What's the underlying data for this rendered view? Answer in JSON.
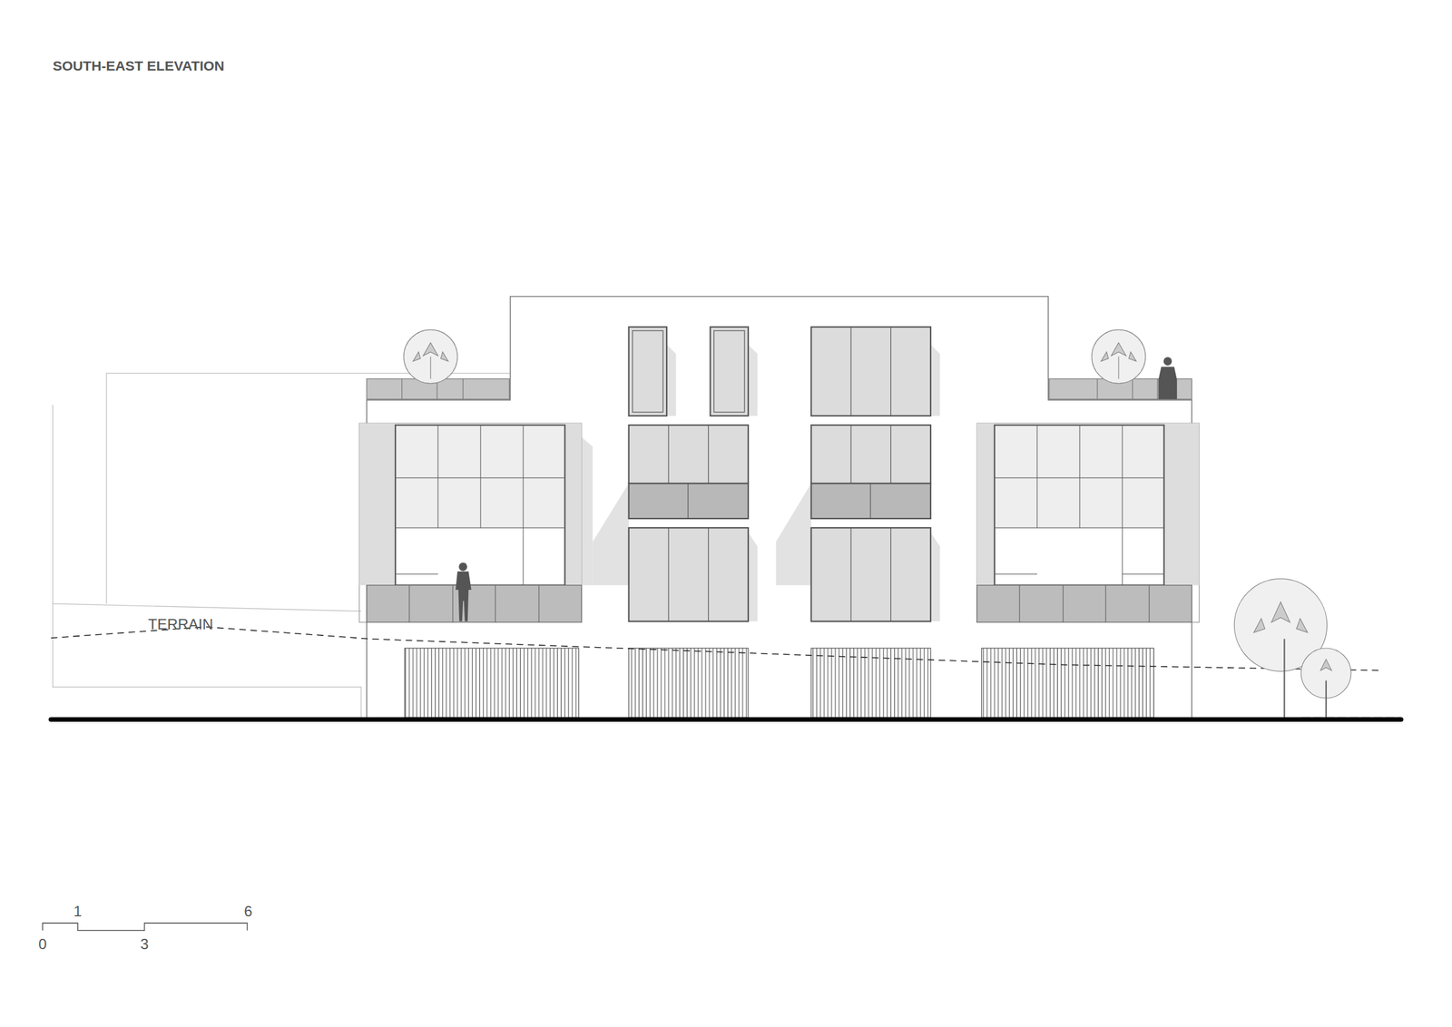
{
  "diagram": {
    "title": "SOUTH-EAST ELEVATION",
    "labels": [
      "TERRAIN",
      "0",
      "1",
      "3",
      "6"
    ]
  }
}
